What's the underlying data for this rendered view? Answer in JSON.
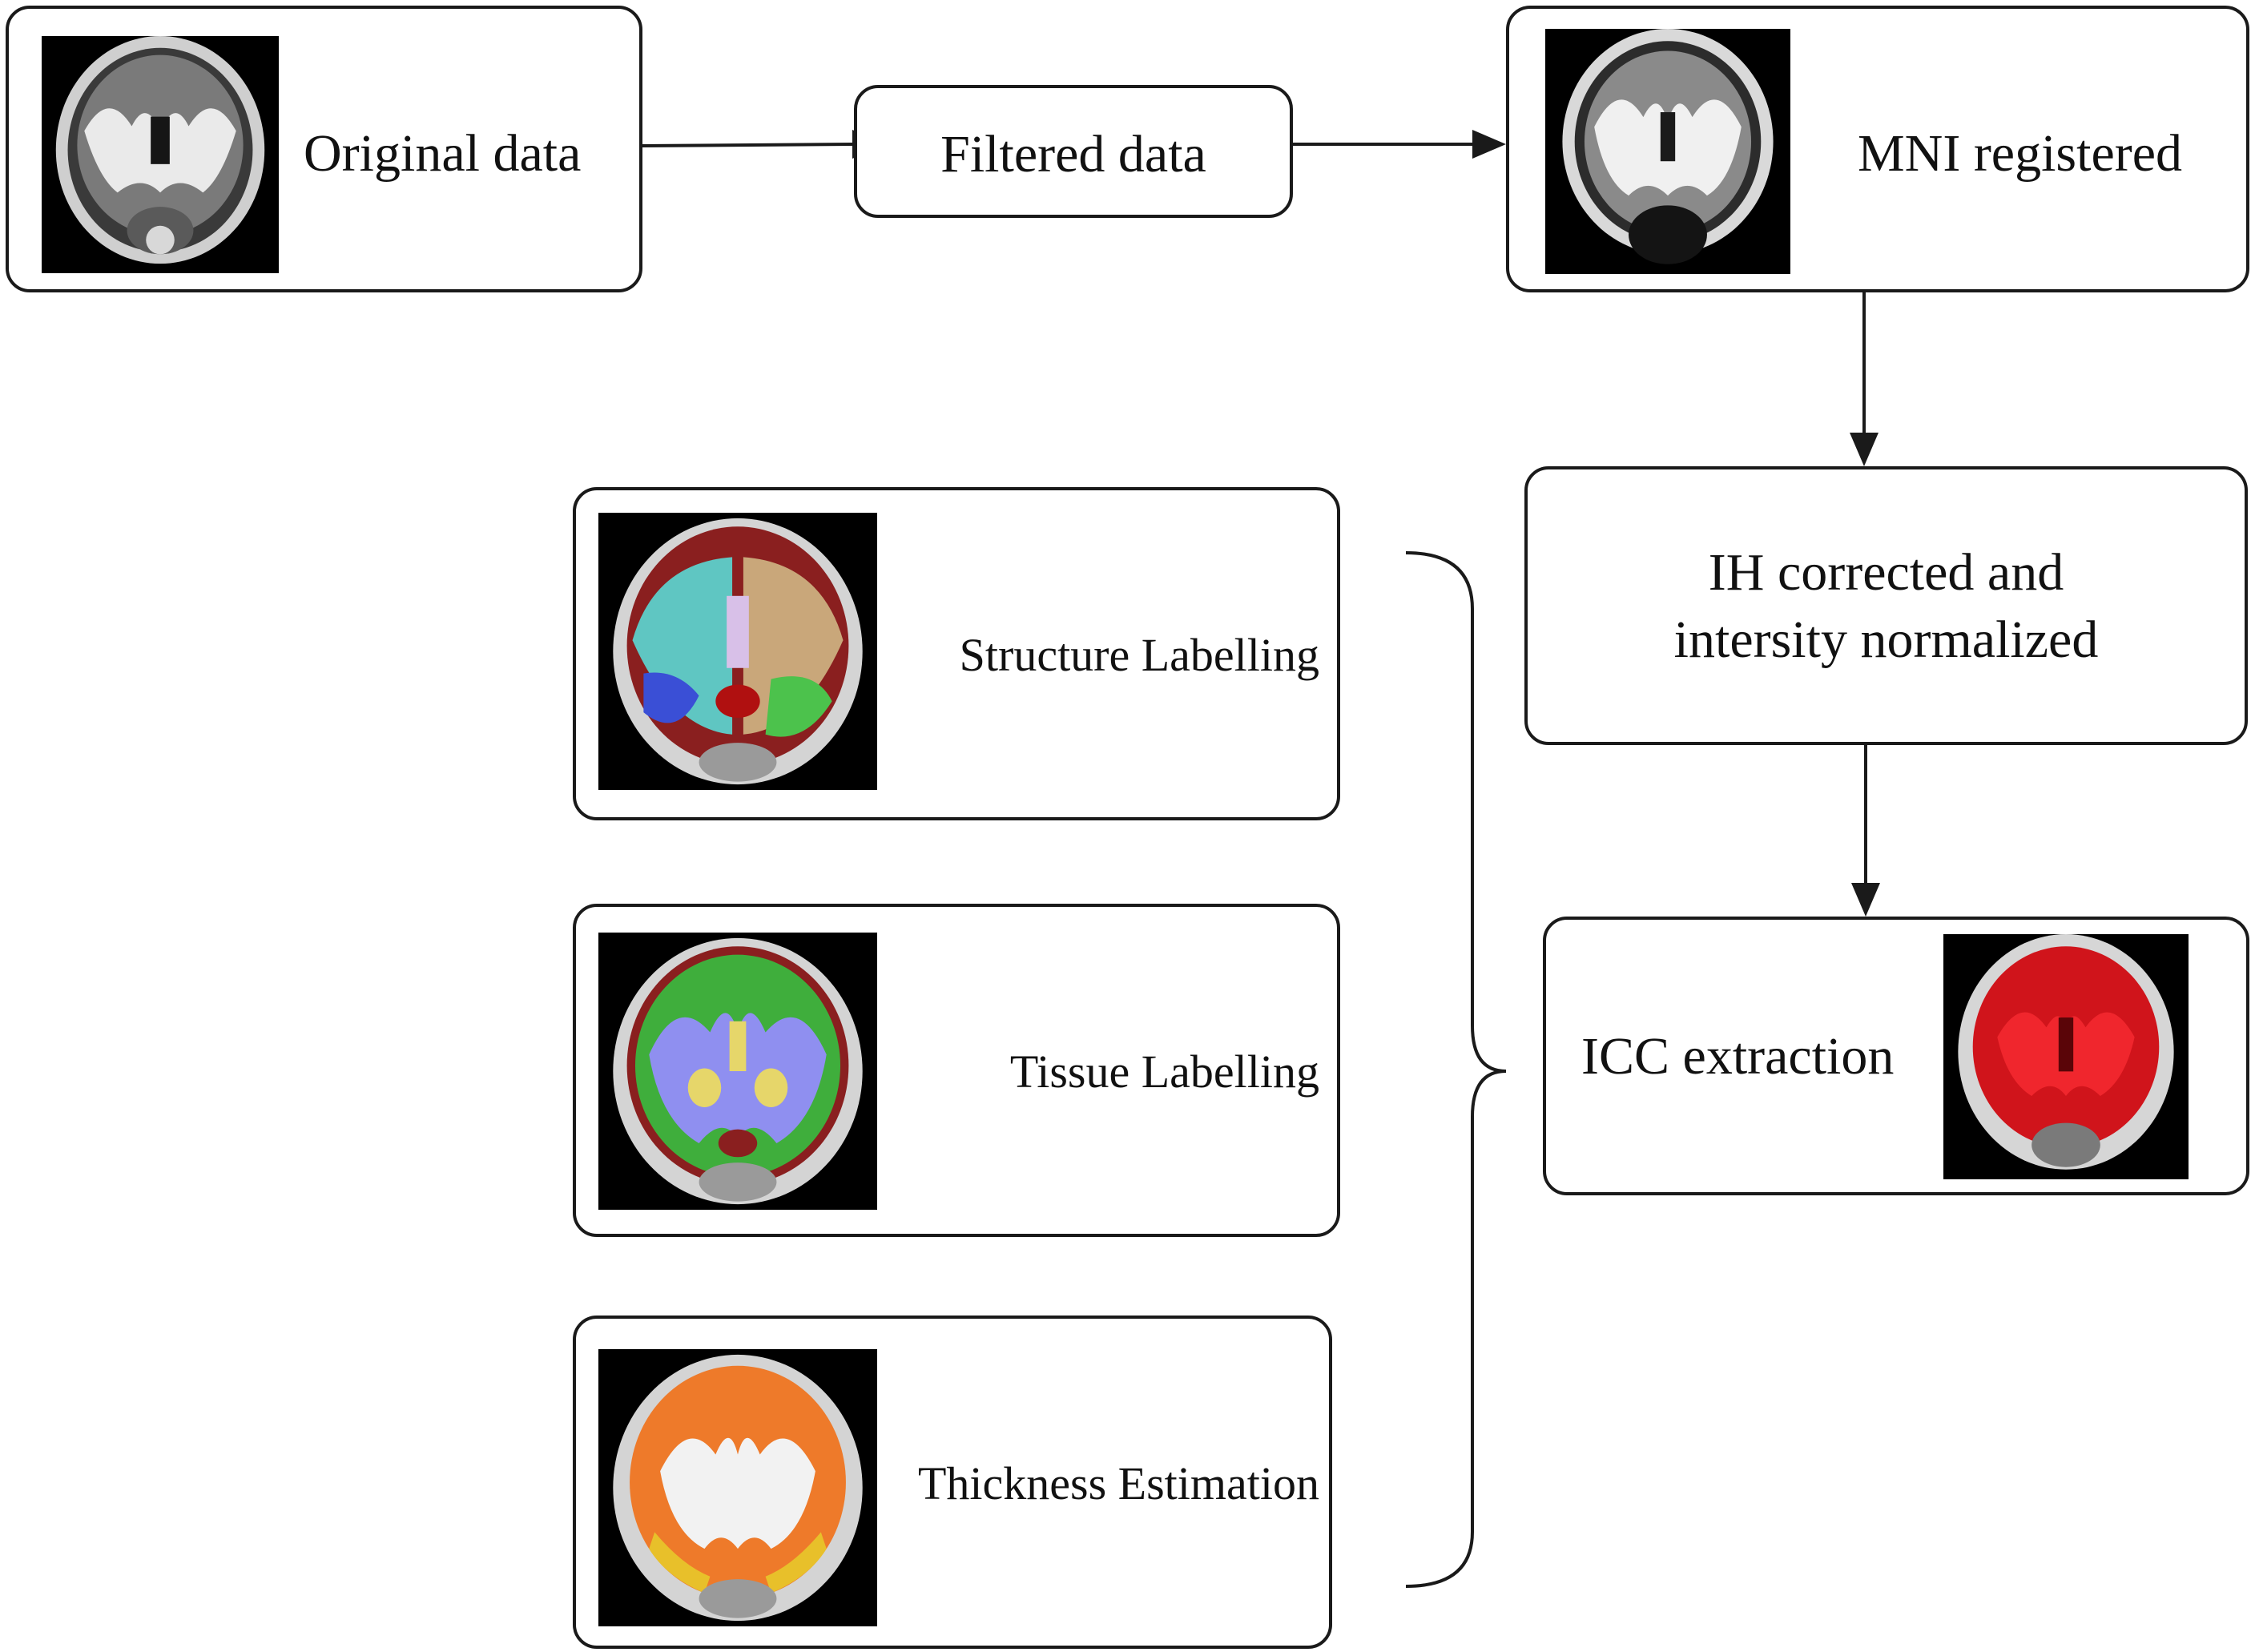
{
  "diagram": {
    "nodes": [
      {
        "id": "original",
        "label": "Original data",
        "thumbnail": "mri-coronal-raw-image"
      },
      {
        "id": "filtered",
        "label": "Filtered data"
      },
      {
        "id": "mni",
        "label": "MNI registered",
        "thumbnail": "mri-coronal-registered-image"
      },
      {
        "id": "ih",
        "label_line1": "IH corrected and",
        "label_line2": "intersity normalized"
      },
      {
        "id": "icc",
        "label": "ICC extraction",
        "thumbnail": "mri-icc-mask-red-image"
      },
      {
        "id": "structure",
        "label": "Structure Labelling",
        "thumbnail": "mri-structure-labels-image"
      },
      {
        "id": "tissue",
        "label": "Tissue Labelling",
        "thumbnail": "mri-tissue-labels-image"
      },
      {
        "id": "thickness",
        "label": "Thickness Estimation",
        "thumbnail": "mri-thickness-map-image"
      }
    ],
    "edges": [
      {
        "from": "original",
        "to": "filtered"
      },
      {
        "from": "filtered",
        "to": "mni"
      },
      {
        "from": "mni",
        "to": "ih"
      },
      {
        "from": "ih",
        "to": "icc"
      },
      {
        "from": "icc",
        "to": [
          "structure",
          "tissue",
          "thickness"
        ],
        "style": "brace"
      }
    ]
  },
  "colors": {
    "stroke": "#1a1a1a",
    "background": "#ffffff",
    "icc_mask": "#d0141b",
    "tissue_wm": "#8f8ff0",
    "tissue_gm": "#3fae3c",
    "tissue_deep": "#e6d66a",
    "thickness": "#ee7a2a"
  }
}
